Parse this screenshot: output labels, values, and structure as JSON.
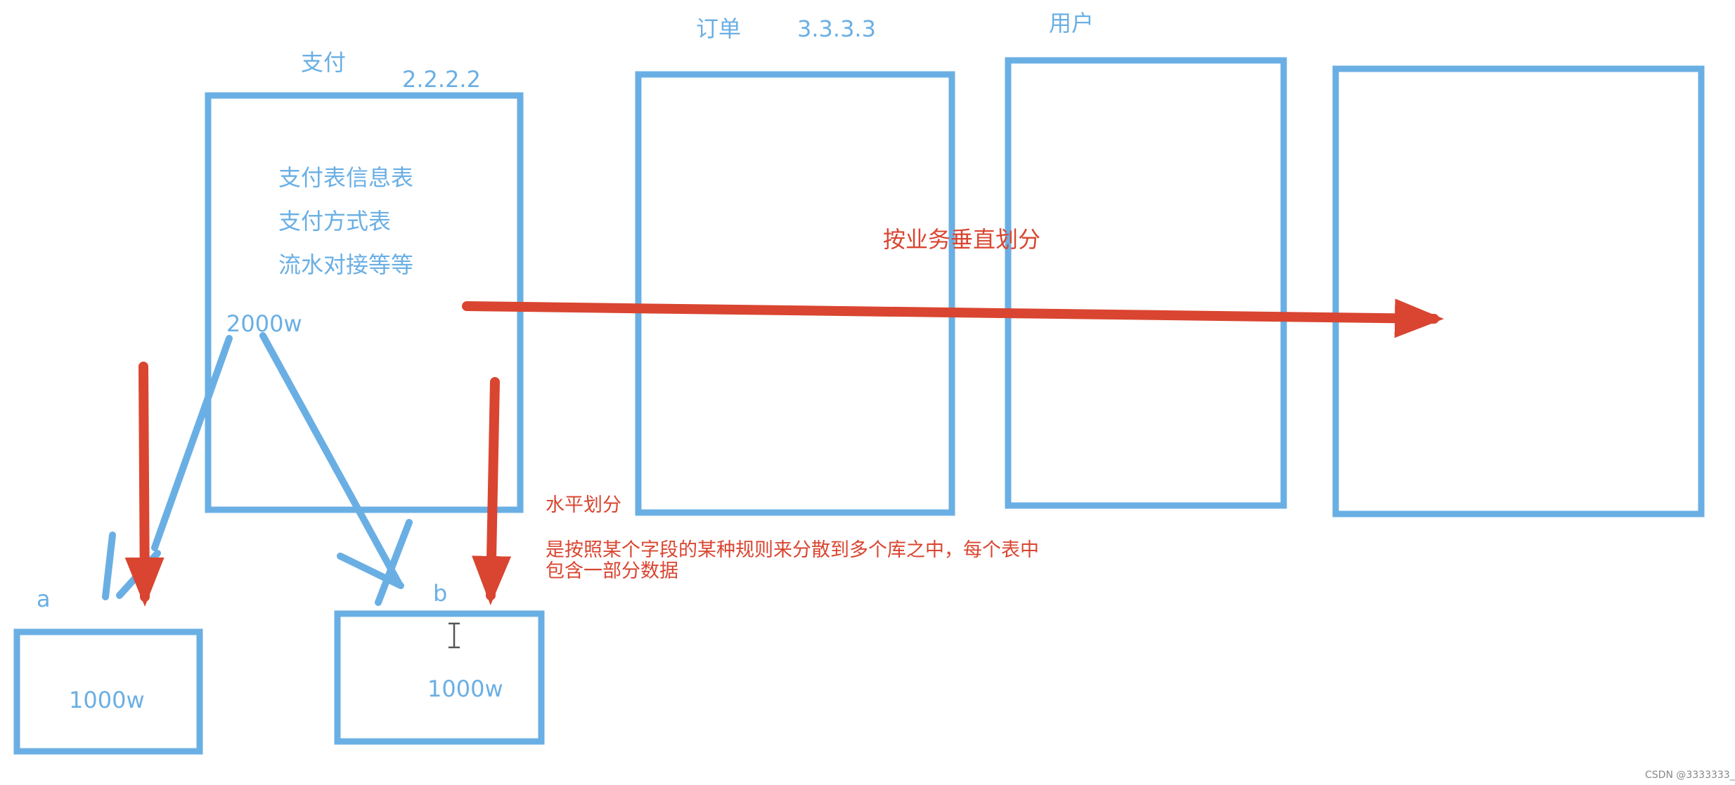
{
  "colors": {
    "blue": "#6aafe4",
    "red": "#d94530",
    "watermark": "#888888"
  },
  "boxes": {
    "payment": {
      "title": "支付",
      "ip": "2.2.2.2",
      "tables": [
        "支付表信息表",
        "支付方式表",
        "流水对接等等"
      ],
      "count": "2000w"
    },
    "order": {
      "title": "订单",
      "ip": "3.3.3.3"
    },
    "user": {
      "title": "用户"
    },
    "shard_a": {
      "label": "a",
      "count": "1000w"
    },
    "shard_b": {
      "label": "b",
      "count": "1000w"
    }
  },
  "annotations": {
    "vertical": "按业务垂直划分",
    "horizontal_title": "水平划分",
    "horizontal_desc_line1": "是按照某个字段的某种规则来分散到多个库之中，每个表中",
    "horizontal_desc_line2": "包含一部分数据"
  },
  "watermark": "CSDN @3333333_"
}
